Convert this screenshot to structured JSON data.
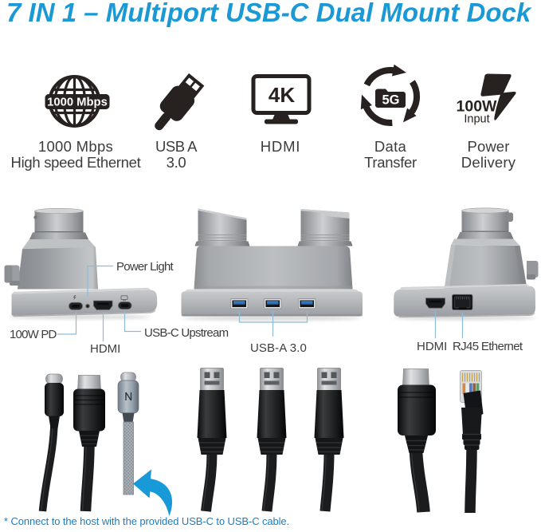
{
  "title": "7 IN 1 – Multiport USB-C Dual Mount Dock",
  "features": [
    {
      "icon": "gigabit-ethernet-globe",
      "badge": "1000 Mbps",
      "line1": "1000 Mbps",
      "line2": "High speed Ethernet"
    },
    {
      "icon": "usb-a-connector",
      "line1": "USB A",
      "line2": "3.0"
    },
    {
      "icon": "4k-monitor",
      "screen_text": "4K",
      "line1": "HDMI",
      "line2": ""
    },
    {
      "icon": "data-transfer-arrows",
      "badge": "5G",
      "line1": "Data",
      "line2": "Transfer"
    },
    {
      "icon": "power-bolt",
      "watt": "100W",
      "watt_sub": "Input",
      "line1": "Power",
      "line2": "Delivery"
    }
  ],
  "dock_labels": {
    "power_light": "Power Light",
    "pd": "100W PD",
    "hdmi_left": "HDMI",
    "usbc_upstream": "USB-C Upstream",
    "usba": "USB-A 3.0",
    "hdmi_right": "HDMI",
    "rj45": "RJ45 Ethernet"
  },
  "footnote": "* Connect to the host with the provided USB-C to USB-C cable.",
  "colors": {
    "title_blue": "#1a99d5",
    "note_blue": "#1b7dc1",
    "callout_line": "#8fbdd9",
    "arrow_blue": "#1899d8",
    "usb3_port_blue": "#2d6db8",
    "icon_black": "#272120",
    "label_text": "#3c3c3c"
  }
}
